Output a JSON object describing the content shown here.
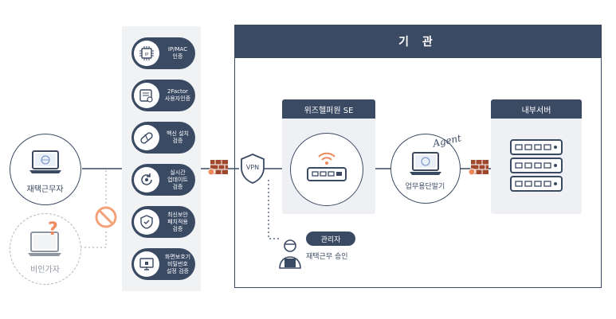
{
  "remote_worker": {
    "label": "재택근무자"
  },
  "unauthorized": {
    "label": "비인가자"
  },
  "checks": [
    {
      "label": "IP/MAC\n인증",
      "icon": "chip-icon"
    },
    {
      "label": "2Factor\n사용자인증",
      "icon": "id-card-icon"
    },
    {
      "label": "백신 설치\n검증",
      "icon": "pill-icon"
    },
    {
      "label": "실시간\n업데이트\n검증",
      "icon": "refresh-icon"
    },
    {
      "label": "최신보안\n패치적용\n검증",
      "icon": "shield-icon"
    },
    {
      "label": "화면보호기\n비밀번호\n설정 검증",
      "icon": "monitor-icon"
    }
  ],
  "vpn": {
    "label": "VPN"
  },
  "organization": {
    "title": "기 관"
  },
  "wizhelper": {
    "title": "위즈헬퍼원 SE"
  },
  "work_pc": {
    "label": "업무용단말기",
    "agent": "Agent"
  },
  "internal_server": {
    "title": "내부서버"
  },
  "admin": {
    "badge": "관리자",
    "caption": "재택근무 승인"
  },
  "colors": {
    "navy": "#3b4a63",
    "panel": "#f1f2f4",
    "orange": "#f4a27a",
    "firewall": "#a0482e"
  }
}
